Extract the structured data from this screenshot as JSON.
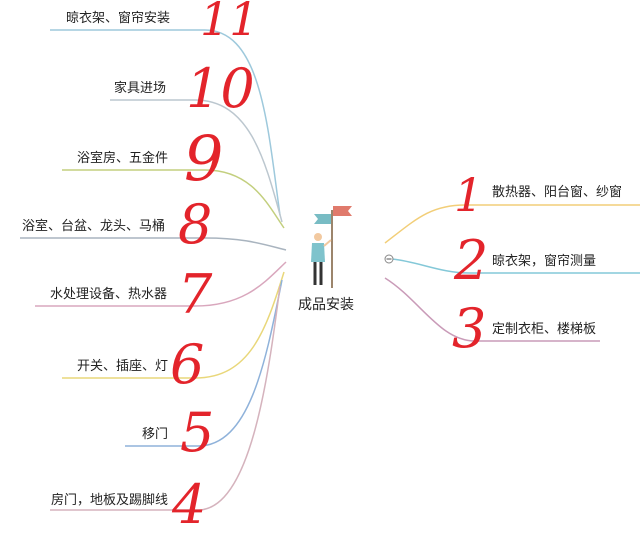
{
  "center": {
    "label": "成品安装"
  },
  "colors": {
    "number_red": "#e3242b"
  },
  "branches": [
    {
      "text": "晾衣架、窗帘安装",
      "num": "11",
      "color": "#9ec9dc"
    },
    {
      "text": "家具进场",
      "num": "10",
      "color": "#bcc7cf"
    },
    {
      "text": "浴室房、五金件",
      "num": "9",
      "color": "#c3cf7e"
    },
    {
      "text": "浴室、台盆、龙头、马桶",
      "num": "8",
      "color": "#a9b4bf"
    },
    {
      "text": "水处理设备、热水器",
      "num": "7",
      "color": "#d9a7bd"
    },
    {
      "text": "开关、插座、灯",
      "num": "6",
      "color": "#e9d77a"
    },
    {
      "text": "移门",
      "num": "5",
      "color": "#8fb2da"
    },
    {
      "text": "房门，地板及踢脚线",
      "num": "4",
      "color": "#d5b3bd"
    },
    {
      "text": "散热器、阳台窗、纱窗",
      "num": "1",
      "color": "#f2ce78"
    },
    {
      "text": "晾衣架，窗帘测量",
      "num": "2",
      "color": "#84c8d8"
    },
    {
      "text": "定制衣柜、楼梯板",
      "num": "3",
      "color": "#c99bb8"
    }
  ]
}
